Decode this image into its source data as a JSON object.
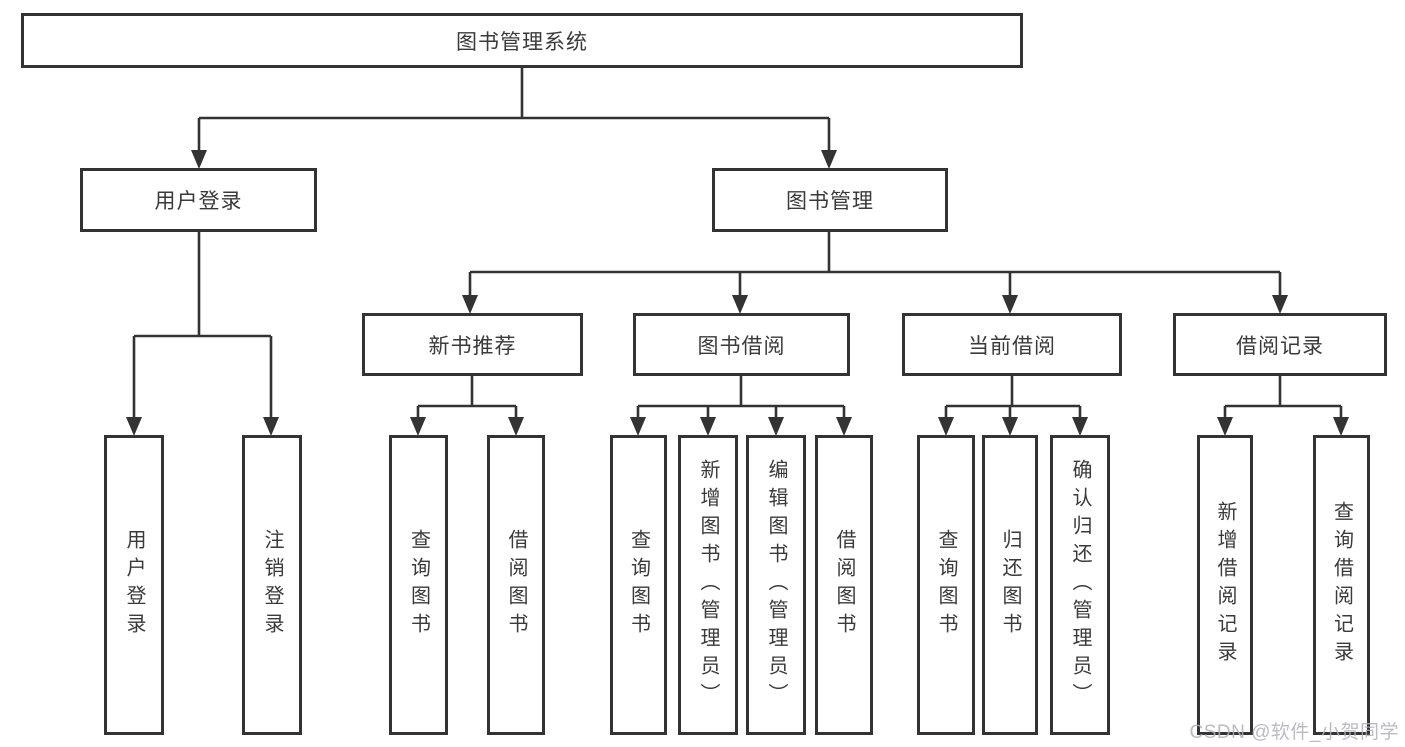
{
  "diagram": {
    "root": {
      "label": "图书管理系统"
    },
    "level2": [
      {
        "label": "用户登录"
      },
      {
        "label": "图书管理"
      }
    ],
    "level3": [
      {
        "label": "新书推荐"
      },
      {
        "label": "图书借阅"
      },
      {
        "label": "当前借阅"
      },
      {
        "label": "借阅记录"
      }
    ],
    "leaves": [
      {
        "label": "用户登录",
        "parent": "用户登录"
      },
      {
        "label": "注销登录",
        "parent": "用户登录"
      },
      {
        "label": "查询图书",
        "parent": "新书推荐"
      },
      {
        "label": "借阅图书",
        "parent": "新书推荐"
      },
      {
        "label": "查询图书",
        "parent": "图书借阅"
      },
      {
        "label": "新增图书（管理员）",
        "parent": "图书借阅"
      },
      {
        "label": "编辑图书（管理员）",
        "parent": "图书借阅"
      },
      {
        "label": "借阅图书",
        "parent": "图书借阅"
      },
      {
        "label": "查询图书",
        "parent": "当前借阅"
      },
      {
        "label": "归还图书",
        "parent": "当前借阅"
      },
      {
        "label": "确认归还（管理员）",
        "parent": "当前借阅"
      },
      {
        "label": "新增借阅记录",
        "parent": "借阅记录"
      },
      {
        "label": "查询借阅记录",
        "parent": "借阅记录"
      }
    ]
  },
  "watermark": {
    "text": "CSDN @软件_小贺同学",
    "color": "#c6c6ca"
  },
  "colors": {
    "line": "#333333",
    "box_border": "#333333",
    "text": "#3a3a3a",
    "background": "#ffffff"
  }
}
